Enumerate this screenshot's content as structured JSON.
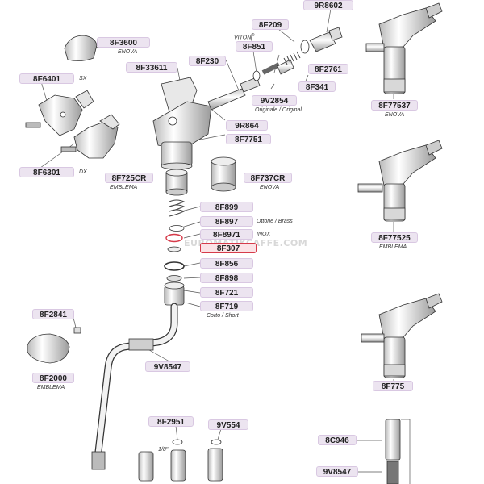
{
  "parts": {
    "p9R8602": "9R8602",
    "p8F209": "8F209",
    "p8F3600": "8F3600",
    "p8F851": "8F851",
    "p8F230": "8F230",
    "p8F2761": "8F2761",
    "p8F33611": "8F33611",
    "p8F6401": "8F6401",
    "p8F341": "8F341",
    "p9V2854": "9V2854",
    "p8F77537": "8F77537",
    "p9R864": "9R864",
    "p8F7751": "8F7751",
    "p8F6301": "8F6301",
    "p8F725CR": "8F725CR",
    "p8F737CR": "8F737CR",
    "p8F899": "8F899",
    "p8F897": "8F897",
    "p8F8971": "8F8971",
    "p8F307": "8F307",
    "p8F77525": "8F77525",
    "p8F856": "8F856",
    "p8F898": "8F898",
    "p8F721": "8F721",
    "p8F719": "8F719",
    "p8F2841": "8F2841",
    "p8F2000": "8F2000",
    "p9V8547a": "9V8547",
    "p8F775": "8F775",
    "p8F2951": "8F2951",
    "p9V554": "9V554",
    "p8C946": "8C946",
    "p9V8547b": "9V8547"
  },
  "notes": {
    "enova1": "ENOVA",
    "viton": "VITON",
    "viton_mark": "®",
    "sx": "SX",
    "dx": "DX",
    "originale": "Originale / Original",
    "enova2": "ENOVA",
    "emblema1": "EMBLEMA",
    "enova3": "ENOVA",
    "ottone": "Ottone / Brass",
    "inox": "INOX",
    "emblema2": "EMBLEMA",
    "corto": "Corto / Short",
    "emblema3": "EMBLEMA",
    "inch": "1/8\""
  },
  "watermark": "EUROMATIKCAFFE.COM",
  "colors": {
    "label_bg": "#ece4f0",
    "label_border": "#d9c8e2",
    "highlight": "#d63b4a",
    "line": "#555555",
    "part_fill": "#f0f0f0",
    "part_stroke": "#333333"
  }
}
